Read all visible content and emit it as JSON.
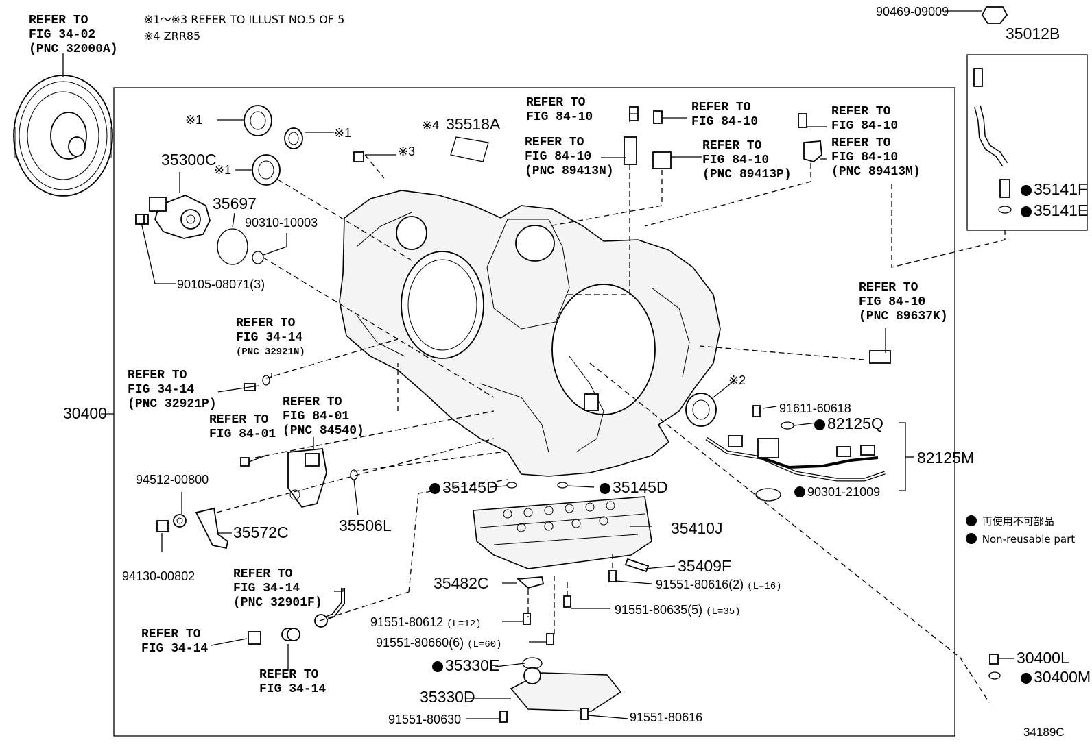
{
  "notes": {
    "line1": "※1～※3 REFER TO ILLUST NO.5 OF 5",
    "line2": "※4 ZRR85"
  },
  "figure_id": "34189C",
  "legend": {
    "jp": "再使用不可部品",
    "en": "Non-reusable part"
  },
  "refs": {
    "torque_converter": [
      "REFER TO",
      "FIG 34-02",
      "(PNC 32000A)"
    ],
    "r_84_10_a": [
      "REFER TO",
      "FIG 84-10"
    ],
    "r_84_10_b": [
      "REFER TO",
      "FIG 84-10",
      "(PNC 89413N)"
    ],
    "r_84_10_c": [
      "REFER TO",
      "FIG 84-10"
    ],
    "r_84_10_d": [
      "REFER TO",
      "FIG 84-10",
      "(PNC 89413P)"
    ],
    "r_84_10_e": [
      "REFER TO",
      "FIG 84-10"
    ],
    "r_84_10_f": [
      "REFER TO",
      "FIG 84-10",
      "(PNC 89413M)"
    ],
    "r_84_10_g": [
      "REFER TO",
      "FIG 84-10",
      "(PNC 89637K)"
    ],
    "r_34_14_a": [
      "REFER TO",
      "FIG 34-14",
      "(PNC 32921N)"
    ],
    "r_34_14_b": [
      "REFER TO",
      "FIG 34-14",
      "(PNC 32921P)"
    ],
    "r_84_01_a": [
      "REFER TO",
      "FIG 84-01"
    ],
    "r_84_01_b": [
      "REFER TO",
      "FIG 84-01",
      "(PNC 84540)"
    ],
    "r_34_14_c": [
      "REFER TO",
      "FIG 34-14",
      "(PNC 32901F)"
    ],
    "r_34_14_d": [
      "REFER TO",
      "FIG 34-14"
    ],
    "r_34_14_e": [
      "REFER TO",
      "FIG 34-14"
    ]
  },
  "parts": {
    "p90469": "90469-09009",
    "p35012B": "35012B",
    "p35141F": "35141F",
    "p35141E": "35141E",
    "p35518A": "35518A",
    "p35518A_mark": "※4",
    "mark1a": "※1",
    "mark1b": "※1",
    "mark1c": "※1",
    "mark3": "※3",
    "mark2": "※2",
    "p35300C": "35300C",
    "p35697": "35697",
    "p90310": "90310-10003",
    "p90105": "90105-08071(3)",
    "p30400": "30400",
    "p91611": "91611-60618",
    "p82125Q": "82125Q",
    "p82125M": "82125M",
    "p90301": "90301-21009",
    "p94512": "94512-00800",
    "p94130": "94130-00802",
    "p35572C": "35572C",
    "p35506L": "35506L",
    "p35145D_l": "35145D",
    "p35145D_r": "35145D",
    "p35410J": "35410J",
    "p35409F": "35409F",
    "p35482C": "35482C",
    "p91551_80616_2": "91551-80616(2)",
    "p91551_80616_2_len": "(L=16)",
    "p91551_80635": "91551-80635(5)",
    "p91551_80635_len": "(L=35)",
    "p91551_80612": "91551-80612",
    "p91551_80612_len": "(L=12)",
    "p91551_80660": "91551-80660(6)",
    "p91551_80660_len": "(L=60)",
    "p35330E": "35330E",
    "p35330D": "35330D",
    "p91551_80630": "91551-80630",
    "p91551_80616": "91551-80616",
    "p30400L": "30400L",
    "p30400M": "30400M"
  }
}
